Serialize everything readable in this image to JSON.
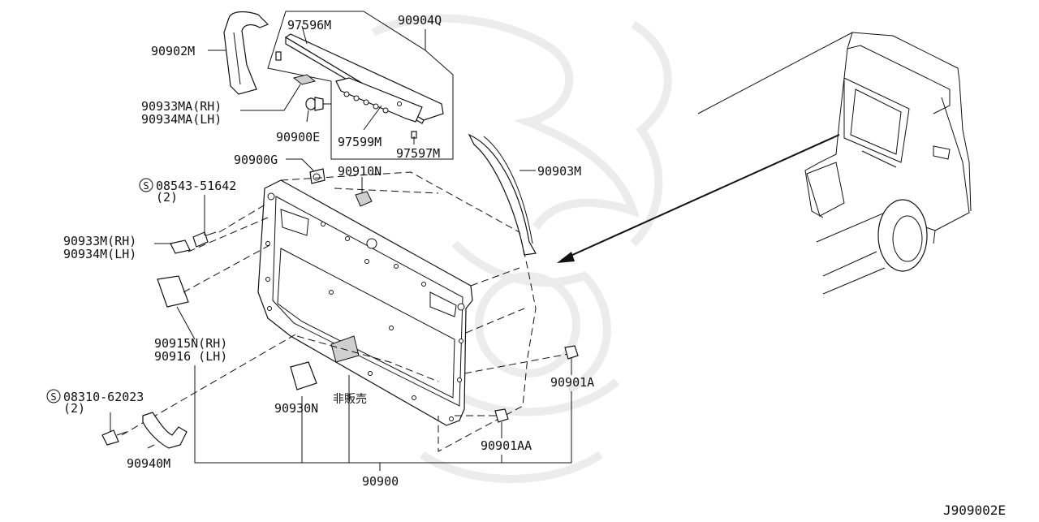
{
  "diagram_code": "J909002E",
  "labels": {
    "p90902M": "90902M",
    "p97596M": "97596M",
    "p90904Q": "90904Q",
    "p90933MA_RH": "90933MA(RH)",
    "p90934MA_LH": "90934MA(LH)",
    "p90900E": "90900E",
    "p97599M": "97599M",
    "p97597M": "97597M",
    "p90900G": "90900G",
    "p90910N": "90910N",
    "p90903M": "90903M",
    "screw1_code": "08543-51642",
    "screw1_qty": "(2)",
    "p90933M_RH": "90933M(RH)",
    "p90934M_LH": "90934M(LH)",
    "p90915N_RH": "90915N(RH)",
    "p90916_LH": "90916 (LH)",
    "screw2_code": "08310-62023",
    "screw2_qty": "(2)",
    "p90930N": "90930N",
    "not_for_sale": "非販売",
    "p90901A": "90901A",
    "p90901AA": "90901AA",
    "p90940M": "90940M",
    "p90900": "90900"
  },
  "symbols": {
    "screw_marker": "S"
  },
  "icons": {
    "screw_symbol": "circled-s-icon"
  }
}
